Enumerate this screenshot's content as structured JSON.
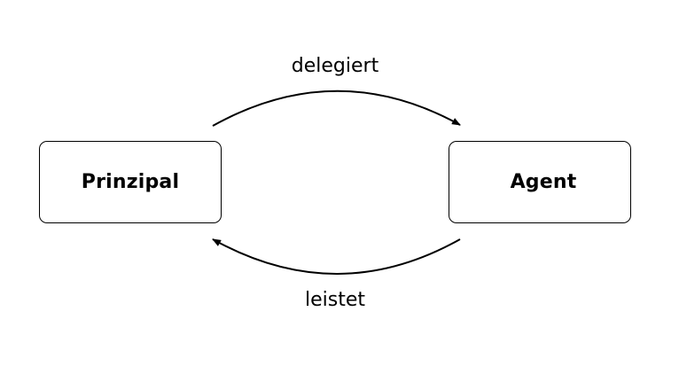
{
  "diagram": {
    "nodes": {
      "principal": "Prinzipal",
      "agent": "Agent"
    },
    "edges": {
      "top": {
        "label": "delegiert",
        "from": "Prinzipal",
        "to": "Agent"
      },
      "bottom": {
        "label": "leistet",
        "from": "Agent",
        "to": "Prinzipal"
      }
    },
    "colors": {
      "stroke": "#000000",
      "background": "#ffffff"
    }
  }
}
